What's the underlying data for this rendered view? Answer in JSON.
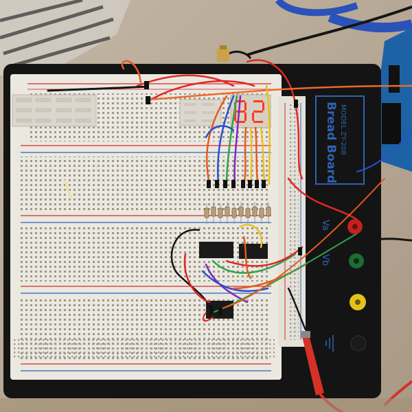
{
  "photo": {
    "logo_line1": "Bread Board",
    "logo_line2": "MODEL ZY-208",
    "terminal_labels": [
      "Va",
      "Vb"
    ]
  },
  "colors": {
    "table": "#b9ab98",
    "base_plate": "#141414",
    "breadboard": "#ebe8e0",
    "rail_red": "#d44a4a",
    "rail_blue": "#4a78c8",
    "logo_blue": "#2f63b3",
    "segment_lit": "#ff3a1a",
    "segment_unlit": "#d8d2c8"
  },
  "icons": [
    "seven-segment-display-icon",
    "resistor-icon",
    "ic-chip-icon",
    "binding-post-icon",
    "alligator-clip-icon",
    "sma-connector-icon"
  ]
}
